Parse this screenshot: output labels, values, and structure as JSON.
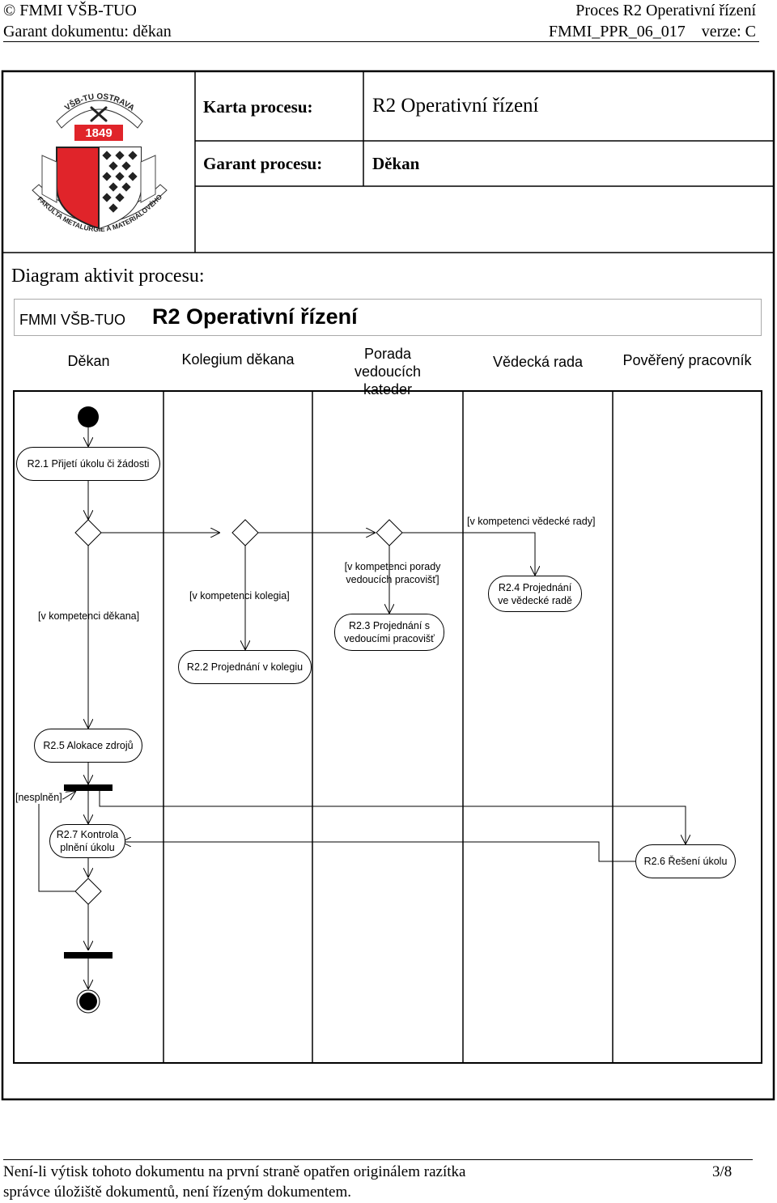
{
  "header": {
    "left_line1": "© FMMI VŠB-TUO",
    "left_line2": "Garant dokumentu: děkan",
    "right_line1": "Proces R2 Operativní řízení",
    "right_line2": "FMMI_PPR_06_017    verze: C"
  },
  "card": {
    "karta_label": "Karta procesu:",
    "karta_value": "R2 Operativní řízení",
    "garant_label": "Garant procesu:",
    "garant_value": "Děkan",
    "logo": {
      "top_text": "VŠB-TU OSTRAVA",
      "year": "1849",
      "bottom_text": "FAKULTA METALURGIE A MATERIÁLOVÉHO INŽENÝRSTVÍ",
      "colors": {
        "red": "#e0242a",
        "dark": "#222222"
      }
    }
  },
  "diagram": {
    "section_title": "Diagram aktivit procesu:",
    "org": "FMMI VŠB-TUO",
    "title": "R2 Operativní řízení",
    "lanes": [
      {
        "name": "Děkan"
      },
      {
        "name": "Kolegium děkana"
      },
      {
        "name": "Porada vedoucích kateder"
      },
      {
        "name": "Vědecká rada"
      },
      {
        "name": "Pověřený pracovník"
      }
    ],
    "activities": {
      "a1": "R2.1 Přijetí úkolu či žádosti",
      "a2": "R2.2 Projednání v kolegiu",
      "a3": "R2.3 Projednání s vedoucími pracovišť",
      "a4": "R2.4 Projednání ve vědecké radě",
      "a5": "R2.5 Alokace zdrojů",
      "a6": "R2.6 Řešení úkolu",
      "a7": "R2.7 Kontrola plnění úkolu"
    },
    "guards": {
      "vr": "[v kompetenci vědecké rady]",
      "dekan": "[v kompetenci děkana]",
      "kolegium": "[v kompetenci kolegia]",
      "porada": "[v kompetenci porady vedoucích pracovišť]",
      "nesplneno": "[nesplněn]"
    }
  },
  "footer": {
    "line1": "Není-li výtisk tohoto dokumentu na první straně opatřen originálem razítka",
    "line2": "správce úložiště dokumentů, není řízeným dokumentem.",
    "page": "3/8"
  }
}
